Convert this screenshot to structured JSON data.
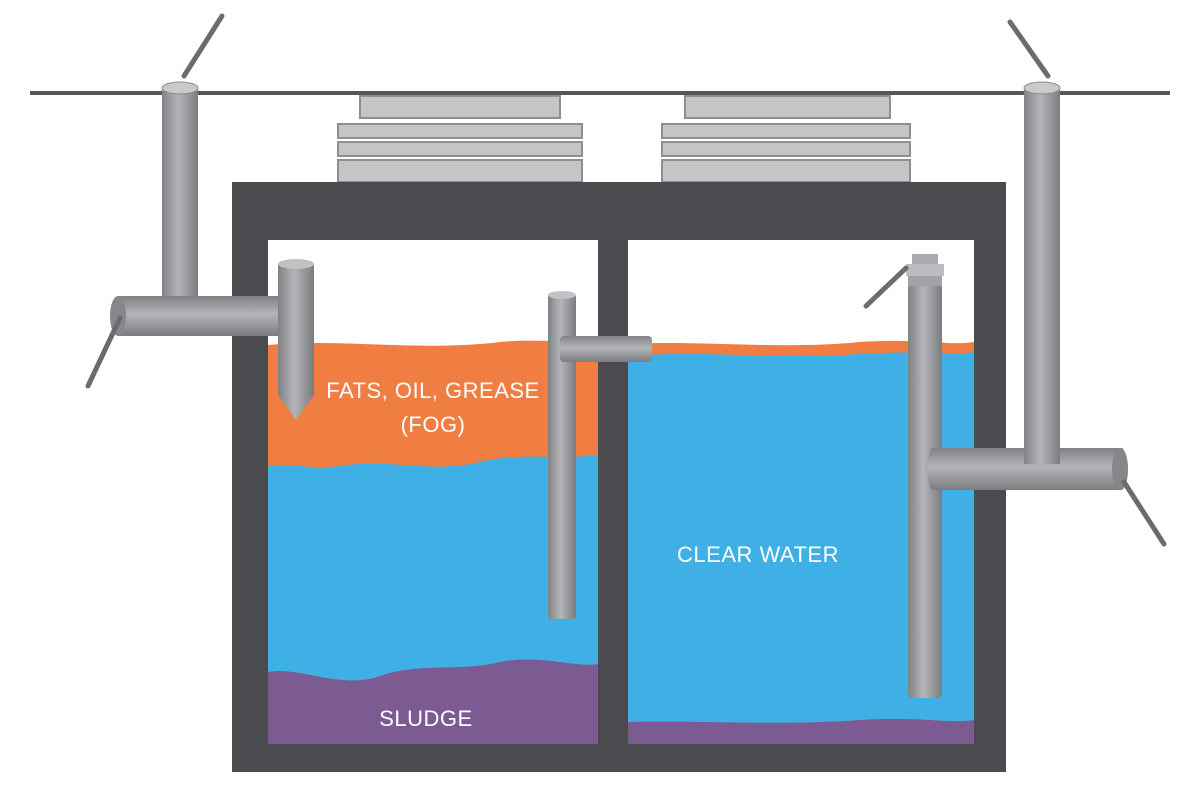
{
  "labels": {
    "fog_line1": "FATS, OIL, GREASE",
    "fog_line2": "(FOG)",
    "clear_water": "CLEAR WATER",
    "sludge": "SLUDGE"
  },
  "colors": {
    "tank_wall": "#4a4b4f",
    "pipe": "#9a9c9f",
    "pipe_shade": "#7e8083",
    "lid": "#c4c5c7",
    "fog": "#f07e42",
    "water": "#3fb0e6",
    "sludge": "#7b5b92",
    "leader": "#6b6c70",
    "ground": "#55565a"
  }
}
